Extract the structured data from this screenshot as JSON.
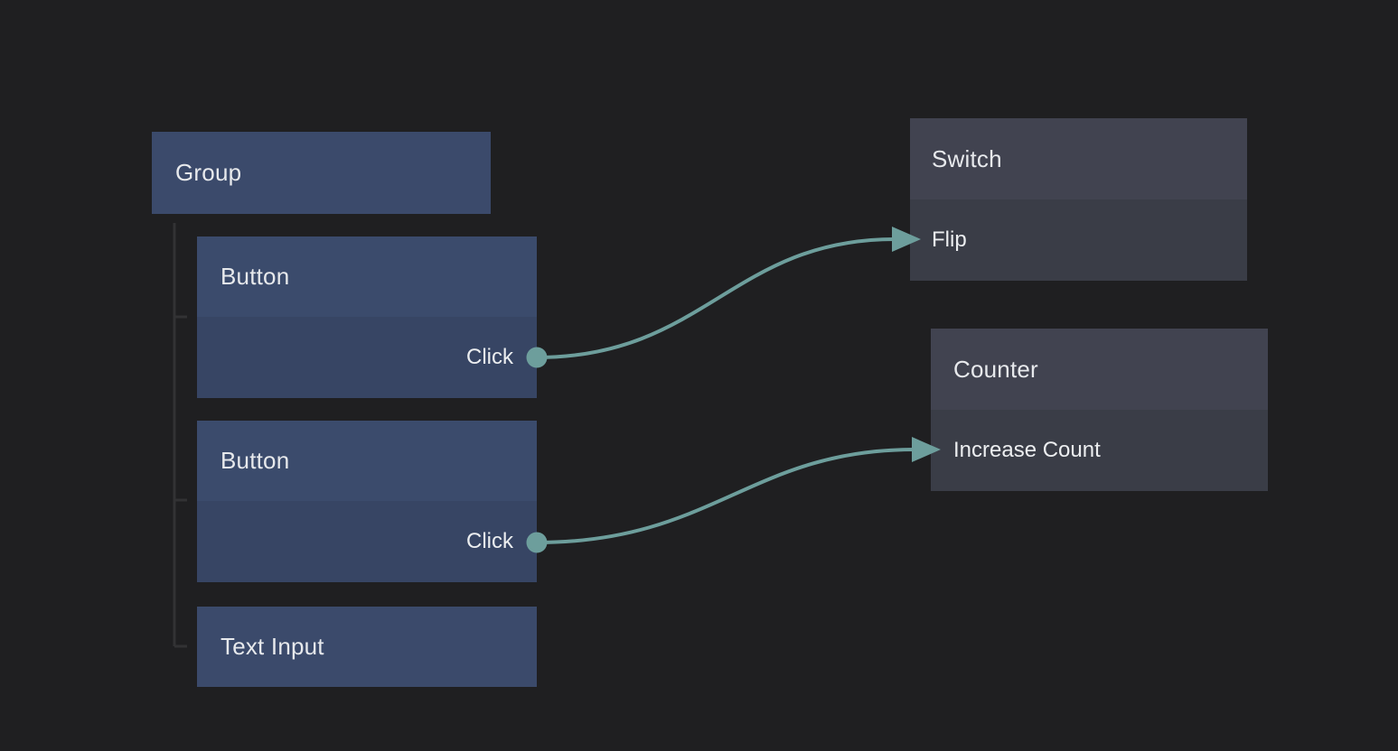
{
  "canvas": {
    "background_color": "#1f1f21"
  },
  "palette": {
    "left_node_header": "#3b4b6c",
    "left_node_body": "#374564",
    "left_node_single": "#3b4a6b",
    "right_node_header": "#414350",
    "right_node_body": "#3a3d47",
    "edge_color": "#6d9e9c",
    "tree_line_color": "#323234",
    "text_color": "#e7e9ec"
  },
  "nodes": {
    "group": {
      "title": "Group",
      "children": [
        "button1",
        "button2",
        "text_input"
      ]
    },
    "button1": {
      "title": "Button",
      "output_label": "Click"
    },
    "button2": {
      "title": "Button",
      "output_label": "Click"
    },
    "text_input": {
      "title": "Text Input"
    },
    "switch": {
      "title": "Switch",
      "input_label": "Flip"
    },
    "counter": {
      "title": "Counter",
      "input_label": "Increase Count"
    }
  },
  "edges": [
    {
      "from_node": "Button",
      "from_port": "Click",
      "to_node": "Switch",
      "to_port": "Flip"
    },
    {
      "from_node": "Button",
      "from_port": "Click",
      "to_node": "Counter",
      "to_port": "Increase Count"
    }
  ]
}
